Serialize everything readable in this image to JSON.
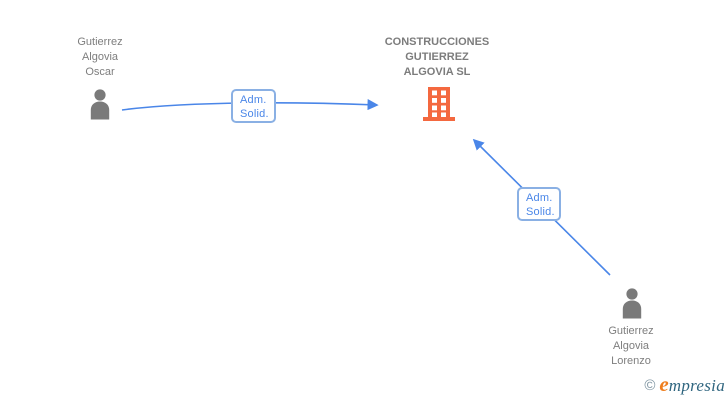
{
  "diagram": {
    "type": "corporate-relationship-graph",
    "background": "#ffffff",
    "colors": {
      "edge_blue": "#4a86e8",
      "edge_label_border": "#8ab0e4",
      "edge_label_text": "#4a86e8",
      "node_text_gray": "#7e7e7e",
      "person_icon_gray": "#7a7a7a",
      "building_icon_orange": "#f4683f",
      "watermark_teal": "#2f657f",
      "watermark_orange": "#ef7e1e"
    },
    "nodes": {
      "oscar": {
        "type": "person",
        "icon": "person-icon",
        "lines": [
          "Gutierrez",
          "Algovia",
          "Oscar"
        ]
      },
      "company": {
        "type": "company",
        "icon": "building-icon",
        "lines": [
          "CONSTRUCCIONES",
          "GUTIERREZ",
          "ALGOVIA SL"
        ]
      },
      "lorenzo": {
        "type": "person",
        "icon": "person-icon",
        "lines": [
          "Gutierrez",
          "Algovia",
          "Lorenzo"
        ]
      }
    },
    "edges": {
      "oscar_to_company": {
        "from": "oscar",
        "to": "company",
        "label_lines": [
          "Adm.",
          "Solid."
        ]
      },
      "lorenzo_to_company": {
        "from": "lorenzo",
        "to": "company",
        "label_lines": [
          "Adm.",
          "Solid."
        ]
      }
    },
    "watermark": {
      "copyright": "©",
      "brand_initial": "e",
      "brand_rest": "mpresia"
    }
  }
}
